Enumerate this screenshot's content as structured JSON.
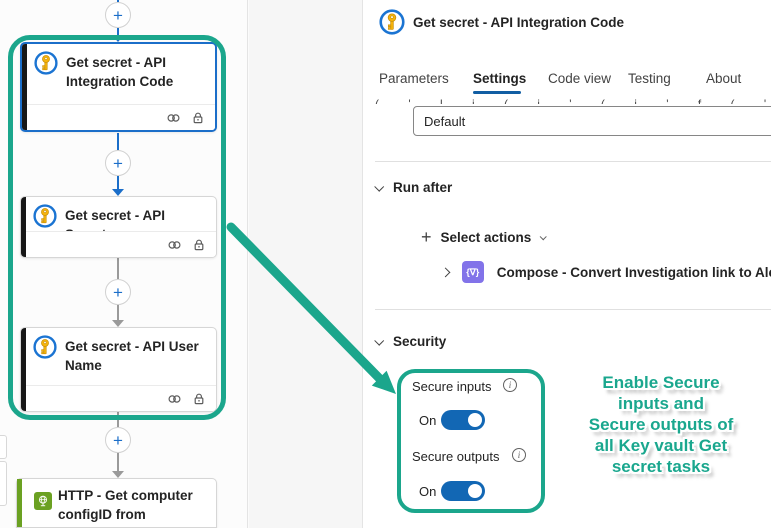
{
  "colors": {
    "teal_annotation": "#1ba68c",
    "selection_blue": "#1b6ec9",
    "toggle_blue": "#1267b4",
    "tab_underline_blue": "#115ea3",
    "http_green": "#6ba122",
    "compose_purple": "#8273e9",
    "keyvault_stripe": "#171717"
  },
  "workflow": {
    "nodes": [
      {
        "title": "Get secret - API Integration Code",
        "selected": true
      },
      {
        "title": "Get secret - API Secret",
        "selected": false
      },
      {
        "title": "Get secret - API User Name",
        "selected": false
      },
      {
        "title": "HTTP - Get computer configID from",
        "selected": false
      }
    ]
  },
  "panel": {
    "title": "Get secret - API Integration Code",
    "tabs": [
      {
        "label": "Parameters",
        "active": false
      },
      {
        "label": "Settings",
        "active": true
      },
      {
        "label": "Code view",
        "active": false
      },
      {
        "label": "Testing",
        "active": false
      },
      {
        "label": "About",
        "active": false
      }
    ],
    "clipped_row": "( ' l i ( i ' ( i ' f ( ' (",
    "retry_value": "Default",
    "run_after": {
      "heading": "Run after",
      "select_actions_label": "Select actions",
      "compose_label": "Compose - Convert Investigation link to Alert"
    },
    "security": {
      "heading": "Security",
      "inputs_label": "Secure inputs",
      "inputs_state": "On",
      "outputs_label": "Secure outputs",
      "outputs_state": "On"
    }
  },
  "annotation": {
    "lines": [
      "Enable Secure",
      "inputs and",
      "Secure outputs of",
      "all Key vault Get",
      "secret tasks"
    ]
  }
}
